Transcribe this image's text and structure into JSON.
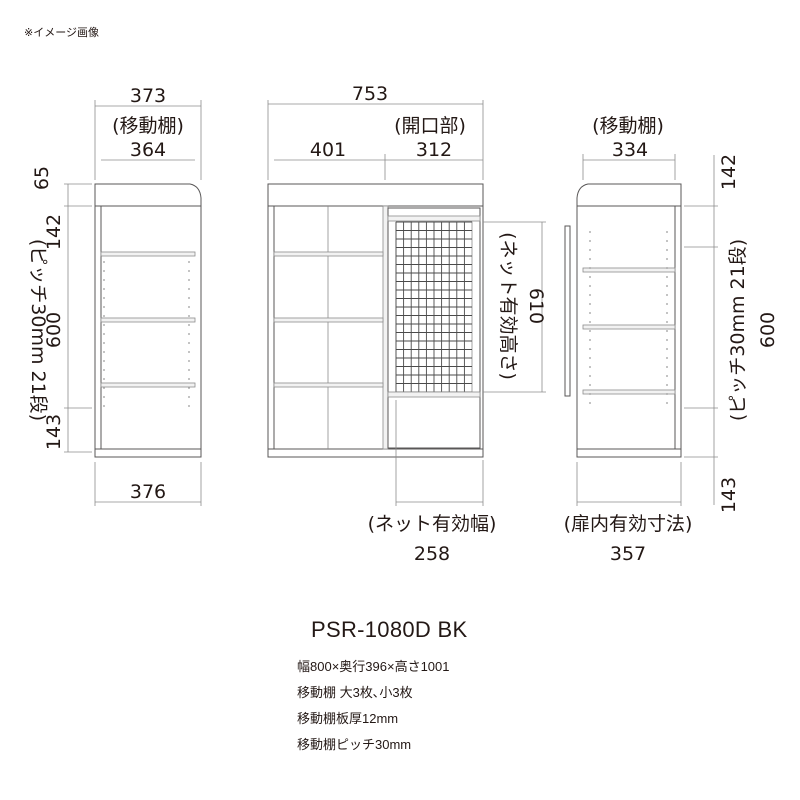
{
  "note": "※イメージ画像",
  "model": "PSR-1080D BK",
  "specs": [
    "幅800×奥行396×高さ1001",
    "移動棚  大3枚､小3枚",
    "移動棚板厚12mm",
    "移動棚ピッチ30mm"
  ],
  "dims": {
    "left_total": "373",
    "left_shelf_label": "(移動棚)",
    "left_shelf": "364",
    "left_bottom": "376",
    "left_v_65": "65",
    "left_v_142": "142",
    "left_v_600": "600",
    "left_v_143": "143",
    "left_pitch": "(ピッチ30mm 21段)",
    "mid_total": "753",
    "mid_opening_label": "(開口部)",
    "mid_left": "401",
    "mid_right": "312",
    "mid_net_height": "(ネット有効高さ)",
    "mid_v_610": "610",
    "mid_net_width_label": "(ネット有効幅)",
    "mid_net_width": "258",
    "right_shelf_label": "(移動棚)",
    "right_shelf": "334",
    "right_v_142": "142",
    "right_pitch": "(ピッチ30mm 21段)",
    "right_v_600": "600",
    "right_v_143": "143",
    "right_door_label": "(扉内有効寸法)",
    "right_door": "357"
  }
}
